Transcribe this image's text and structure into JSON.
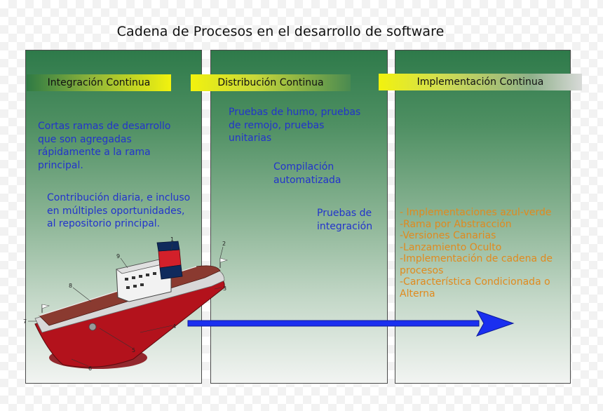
{
  "title": "Cadena de Procesos en el desarrollo de software",
  "columns": [
    {
      "header": "Integración Continua",
      "texts": [
        "Cortas ramas de desarrollo que son agregadas rápidamente a la rama principal.",
        "Contribución diaria, e incluso en múltiples oportunidades, al repositorio principal."
      ]
    },
    {
      "header": "Distribución Continua",
      "texts": [
        "Pruebas de humo, pruebas de remojo, pruebas unitarias",
        "Compilación automatizada",
        "Pruebas de integración"
      ]
    },
    {
      "header": "Implementación Continua",
      "items": [
        "- Implementaciones azul-verde",
        "-Rama por Abstracción",
        "-Versiones Canarias",
        "-Lanzamiento Oculto",
        "-Implementación de cadena de procesos",
        "-Característica Condicionada o Alterna"
      ]
    }
  ],
  "ship_callouts": [
    "1",
    "2",
    "3",
    "4",
    "5",
    "6",
    "7",
    "8",
    "9"
  ],
  "colors": {
    "text_blue": "#2233cc",
    "text_orange": "#e08a1e",
    "arrow_blue": "#1a2ff0",
    "panel_green": "#2e7a4a",
    "band_yellow": "#f2f20e",
    "hull_red": "#b3121c",
    "funnel_red": "#d2202a",
    "funnel_navy": "#0f2a5c"
  },
  "icons": {
    "ship": "cargo-ship-illustration",
    "arrow": "right-arrow-icon"
  }
}
